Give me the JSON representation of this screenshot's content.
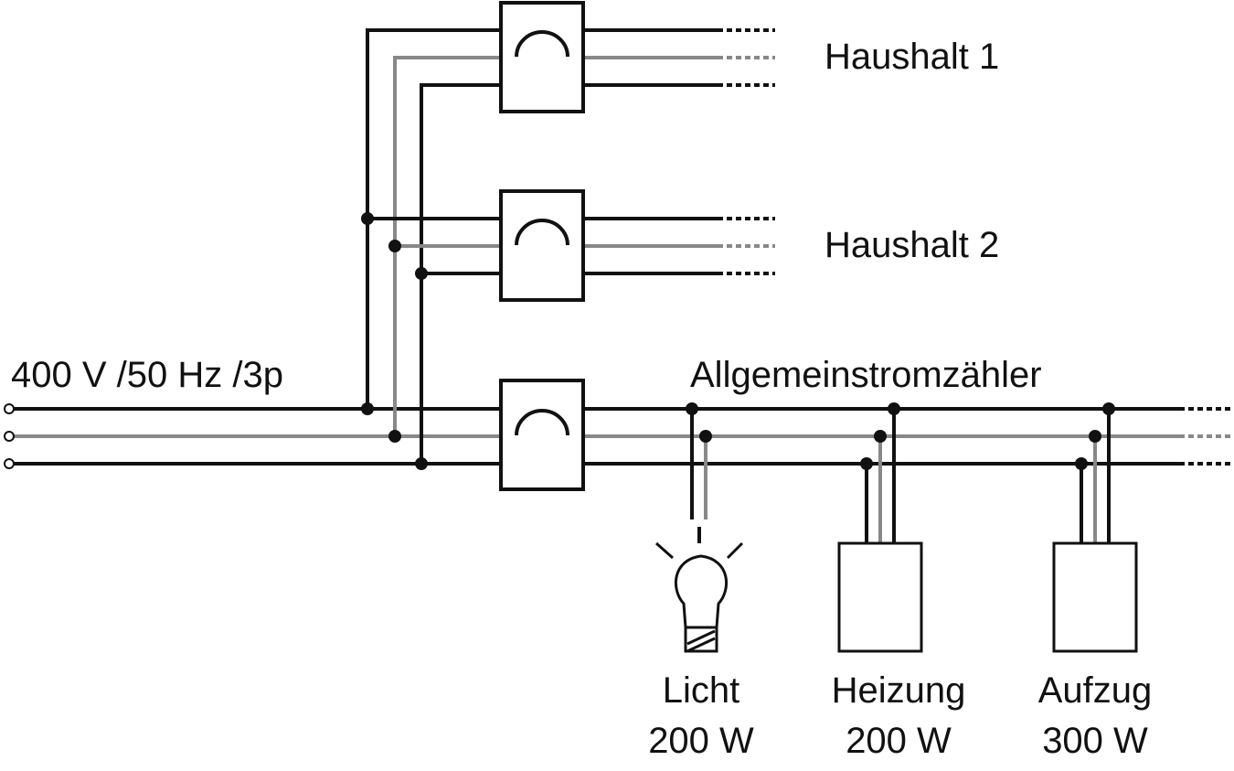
{
  "supply": {
    "label": "400 V /50 Hz /3p"
  },
  "households": [
    {
      "label": "Haushalt 1"
    },
    {
      "label": "Haushalt 2"
    }
  ],
  "common_meter": {
    "label": "Allgemeinstromzähler"
  },
  "loads": [
    {
      "name": "Licht",
      "power": "200 W",
      "icon": "light-bulb-icon"
    },
    {
      "name": "Heizung",
      "power": "200 W",
      "icon": "load-box-icon"
    },
    {
      "name": "Aufzug",
      "power": "300 W",
      "icon": "load-box-icon"
    }
  ],
  "colors": {
    "line_black": "#111111",
    "line_gray": "#888888"
  }
}
